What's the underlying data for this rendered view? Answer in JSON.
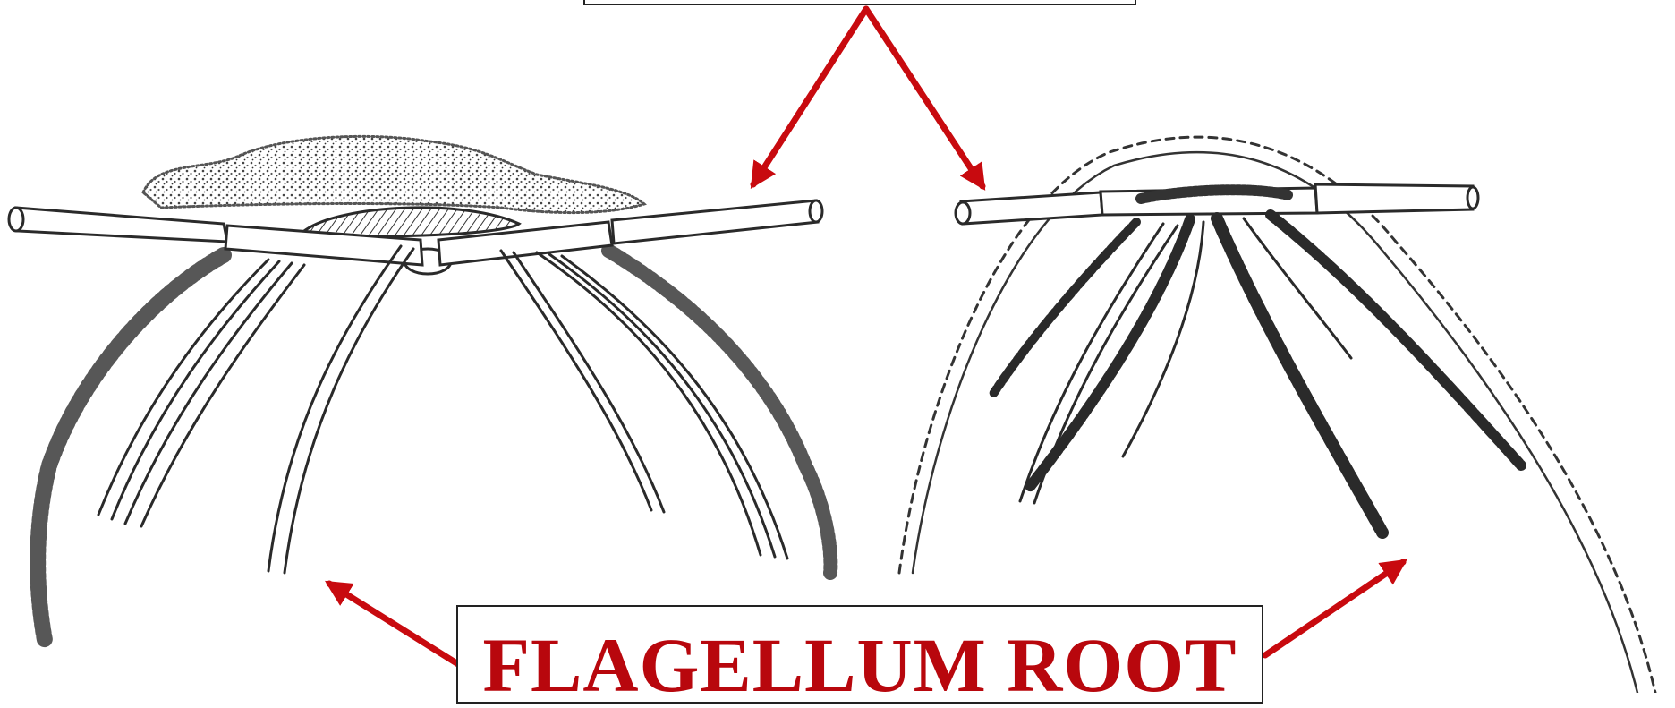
{
  "labels": {
    "top": "",
    "bottom": "FLAGELLUM ROOT"
  },
  "colors": {
    "arrow": "#c80a0f",
    "label_text": "#b8070d",
    "ink": "#2a2a2a"
  },
  "panels": [
    {
      "name": "left-flagellar-apparatus",
      "root_strands": 8,
      "granular_coat": true
    },
    {
      "name": "right-flagellar-apparatus",
      "root_strands": 7,
      "dashed_outline": true
    }
  ]
}
